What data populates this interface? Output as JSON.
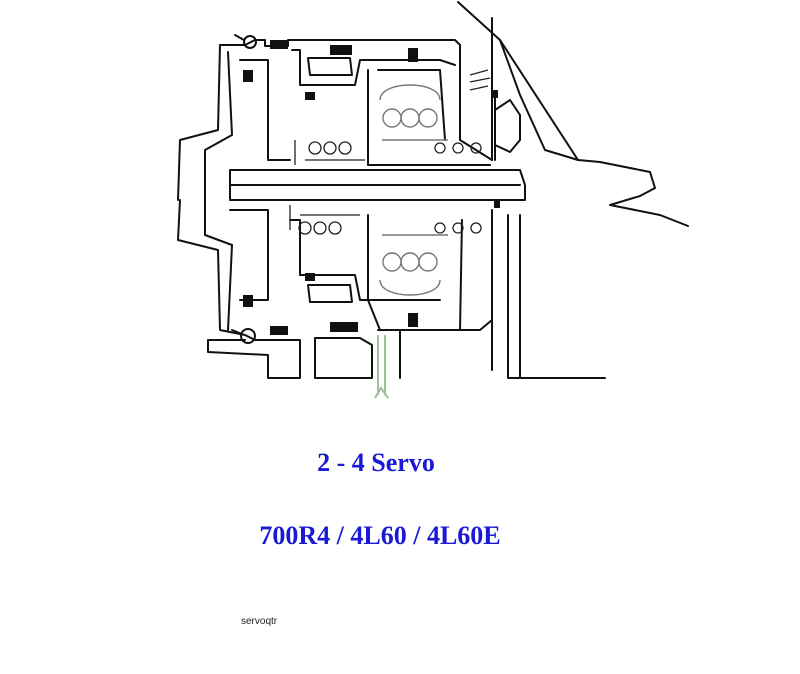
{
  "diagram": {
    "title": "2 - 4 Servo",
    "subtitle": "700R4 / 4L60 / 4L60E",
    "caption": "servoqtr",
    "colors": {
      "title": "#1a1ad6",
      "line": "#111111",
      "fluid_passage": "#9fbf9a"
    }
  }
}
